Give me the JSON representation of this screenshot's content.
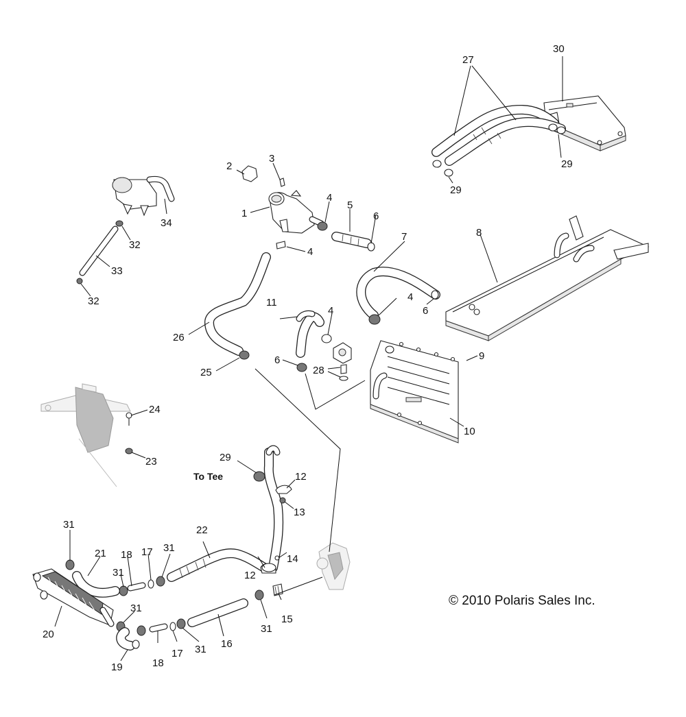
{
  "callouts": [
    "1",
    "2",
    "3",
    "4",
    "5",
    "6",
    "7",
    "8",
    "9",
    "10",
    "11",
    "12",
    "13",
    "14",
    "15",
    "16",
    "17",
    "18",
    "19",
    "20",
    "21",
    "22",
    "23",
    "24",
    "25",
    "26",
    "27",
    "28",
    "29",
    "30",
    "31",
    "32",
    "33",
    "34"
  ],
  "note": "To Tee",
  "copyright": "© 2010 Polaris Sales Inc."
}
